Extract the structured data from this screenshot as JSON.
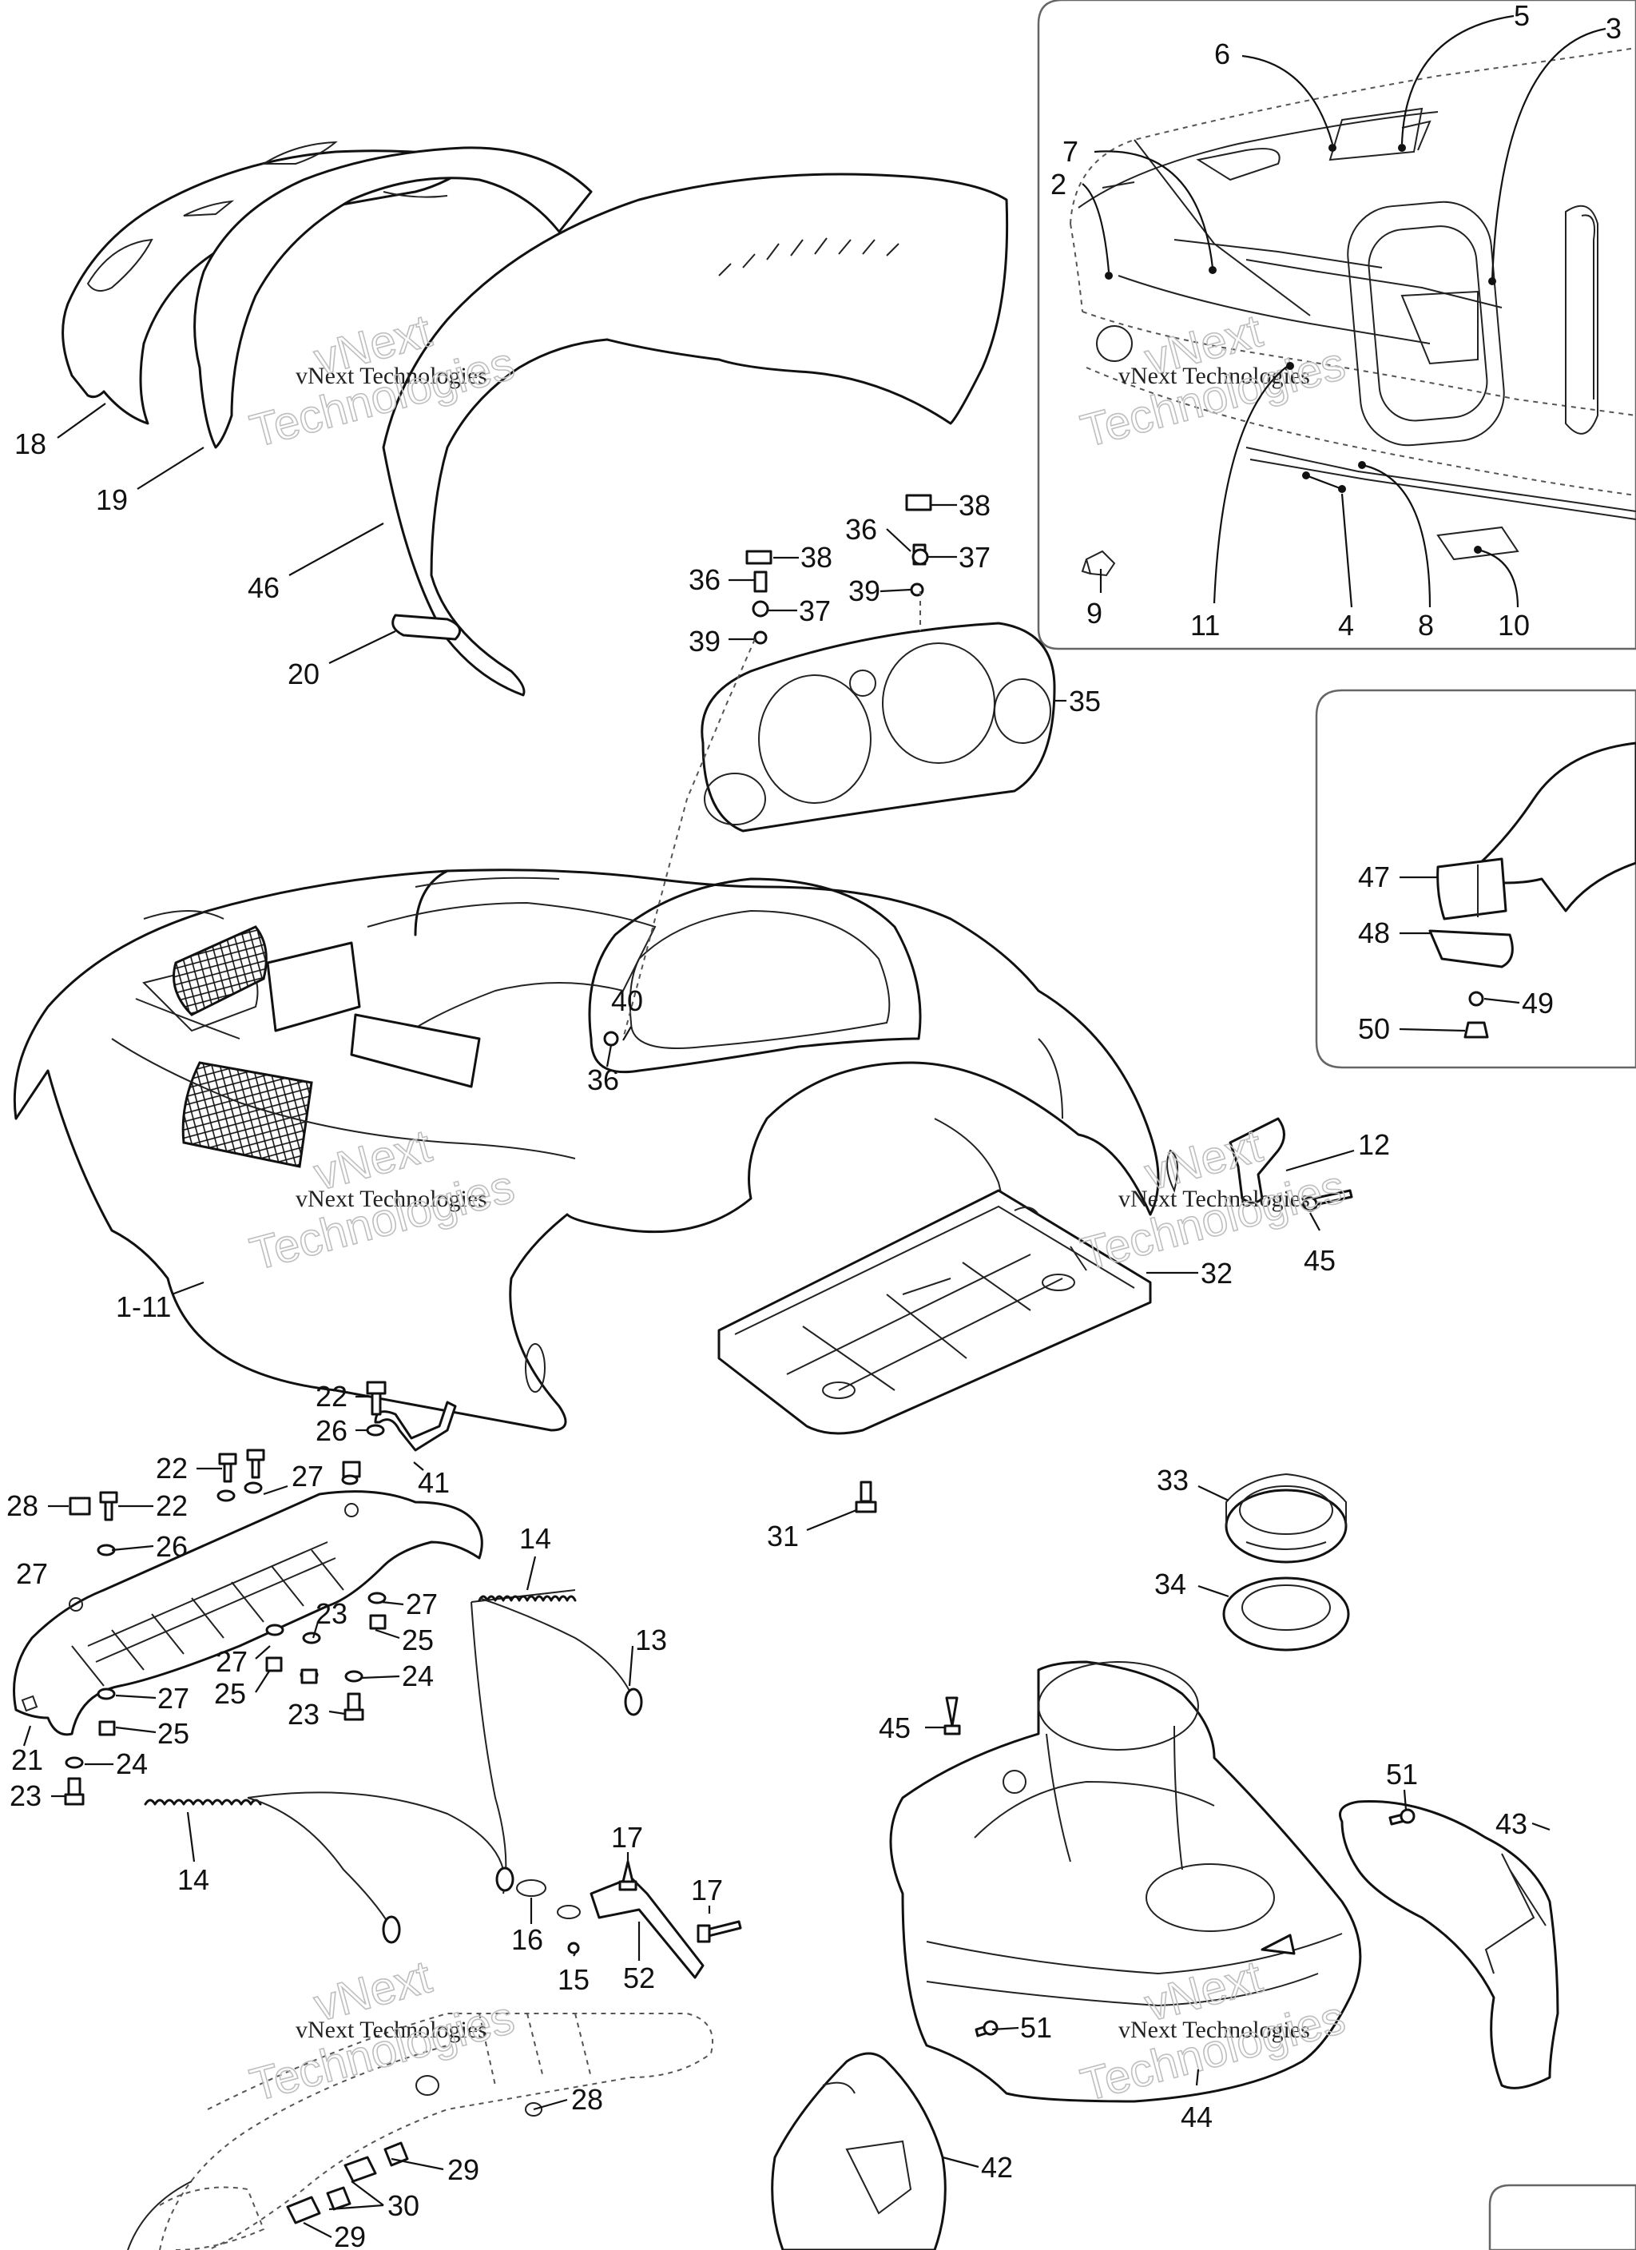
{
  "watermark": {
    "line1": "vNext Technologies",
    "line2": "vNext",
    "line3": "Technologies"
  },
  "callouts": [
    {
      "id": "c18",
      "label": "18"
    },
    {
      "id": "c19",
      "label": "19"
    },
    {
      "id": "c46",
      "label": "46"
    },
    {
      "id": "c20",
      "label": "20"
    },
    {
      "id": "c38a",
      "label": "38"
    },
    {
      "id": "c38b",
      "label": "38"
    },
    {
      "id": "c36a",
      "label": "36"
    },
    {
      "id": "c36b",
      "label": "36"
    },
    {
      "id": "c37a",
      "label": "37"
    },
    {
      "id": "c37b",
      "label": "37"
    },
    {
      "id": "c39a",
      "label": "39"
    },
    {
      "id": "c39b",
      "label": "39"
    },
    {
      "id": "c35",
      "label": "35"
    },
    {
      "id": "c40",
      "label": "40"
    },
    {
      "id": "c36c",
      "label": "36"
    },
    {
      "id": "c1_11",
      "label": "1-11"
    },
    {
      "id": "c12",
      "label": "12"
    },
    {
      "id": "c45a",
      "label": "45"
    },
    {
      "id": "c32",
      "label": "32"
    },
    {
      "id": "c31",
      "label": "31"
    },
    {
      "id": "c6",
      "label": "6"
    },
    {
      "id": "c5",
      "label": "5"
    },
    {
      "id": "c3",
      "label": "3"
    },
    {
      "id": "c7",
      "label": "7"
    },
    {
      "id": "c2",
      "label": "2"
    },
    {
      "id": "c9",
      "label": "9"
    },
    {
      "id": "c11",
      "label": "11"
    },
    {
      "id": "c4",
      "label": "4"
    },
    {
      "id": "c8",
      "label": "8"
    },
    {
      "id": "c10",
      "label": "10"
    },
    {
      "id": "c47",
      "label": "47"
    },
    {
      "id": "c48",
      "label": "48"
    },
    {
      "id": "c49",
      "label": "49"
    },
    {
      "id": "c50",
      "label": "50"
    },
    {
      "id": "c22a",
      "label": "22"
    },
    {
      "id": "c26a",
      "label": "26"
    },
    {
      "id": "c41",
      "label": "41"
    },
    {
      "id": "c22b",
      "label": "22"
    },
    {
      "id": "c27a",
      "label": "27"
    },
    {
      "id": "c28a",
      "label": "28"
    },
    {
      "id": "c22c",
      "label": "22"
    },
    {
      "id": "c26b",
      "label": "26"
    },
    {
      "id": "c27b",
      "label": "27"
    },
    {
      "id": "c27c",
      "label": "27"
    },
    {
      "id": "c23a",
      "label": "23"
    },
    {
      "id": "c25a",
      "label": "25"
    },
    {
      "id": "c27d",
      "label": "27"
    },
    {
      "id": "c25b",
      "label": "25"
    },
    {
      "id": "c24a",
      "label": "24"
    },
    {
      "id": "c27e",
      "label": "27"
    },
    {
      "id": "c23b",
      "label": "23"
    },
    {
      "id": "c25c",
      "label": "25"
    },
    {
      "id": "c21",
      "label": "21"
    },
    {
      "id": "c24b",
      "label": "24"
    },
    {
      "id": "c23c",
      "label": "23"
    },
    {
      "id": "c14a",
      "label": "14"
    },
    {
      "id": "c13",
      "label": "13"
    },
    {
      "id": "c14b",
      "label": "14"
    },
    {
      "id": "c17a",
      "label": "17"
    },
    {
      "id": "c17b",
      "label": "17"
    },
    {
      "id": "c16",
      "label": "16"
    },
    {
      "id": "c15",
      "label": "15"
    },
    {
      "id": "c52",
      "label": "52"
    },
    {
      "id": "c28b",
      "label": "28"
    },
    {
      "id": "c29a",
      "label": "29"
    },
    {
      "id": "c30",
      "label": "30"
    },
    {
      "id": "c29b",
      "label": "29"
    },
    {
      "id": "c33",
      "label": "33"
    },
    {
      "id": "c34",
      "label": "34"
    },
    {
      "id": "c45b",
      "label": "45"
    },
    {
      "id": "c51a",
      "label": "51"
    },
    {
      "id": "c43",
      "label": "43"
    },
    {
      "id": "c51b",
      "label": "51"
    },
    {
      "id": "c42",
      "label": "42"
    },
    {
      "id": "c44",
      "label": "44"
    }
  ]
}
